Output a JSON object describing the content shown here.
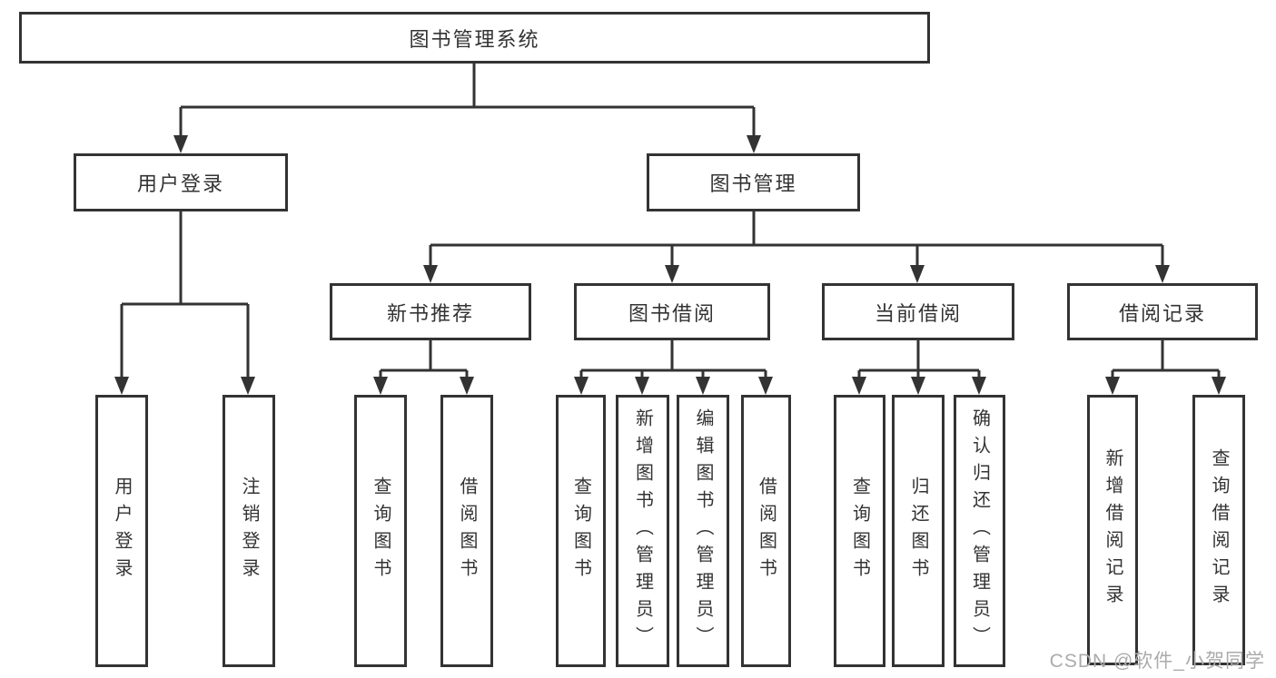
{
  "diagram_title": "图书管理系统",
  "nodes": {
    "root": "图书管理系统",
    "user_login": "用户登录",
    "book_mgmt": "图书管理",
    "new_book_rec": "新书推荐",
    "book_borrow": "图书借阅",
    "current_borrow": "当前借阅",
    "borrow_record": "借阅记录",
    "ul_children": [
      "用户登录",
      "注销登录"
    ],
    "nbr_children": [
      "查询图书",
      "借阅图书"
    ],
    "bb_children": [
      "查询图书",
      "新增图书（管理员）",
      "编辑图书（管理员）",
      "借阅图书"
    ],
    "cb_children": [
      "查询图书",
      "归还图书",
      "确认归还（管理员）"
    ],
    "br_children": [
      "新增借阅记录",
      "查询借阅记录"
    ]
  },
  "watermark": "CSDN @软件_小贺同学",
  "colors": {
    "line": "#333333",
    "box_border": "#333333",
    "text": "#333333",
    "watermark_text": "#ababab",
    "background": "#ffffff"
  }
}
